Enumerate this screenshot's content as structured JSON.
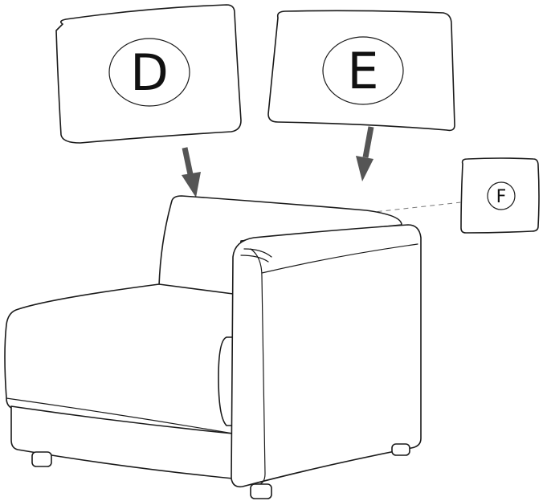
{
  "labels": {
    "cushion_d": "D",
    "cushion_e": "E",
    "cushion_f": "F"
  },
  "colors": {
    "line": "#1a1a1a",
    "arrow": "#555555",
    "background": "#ffffff"
  }
}
